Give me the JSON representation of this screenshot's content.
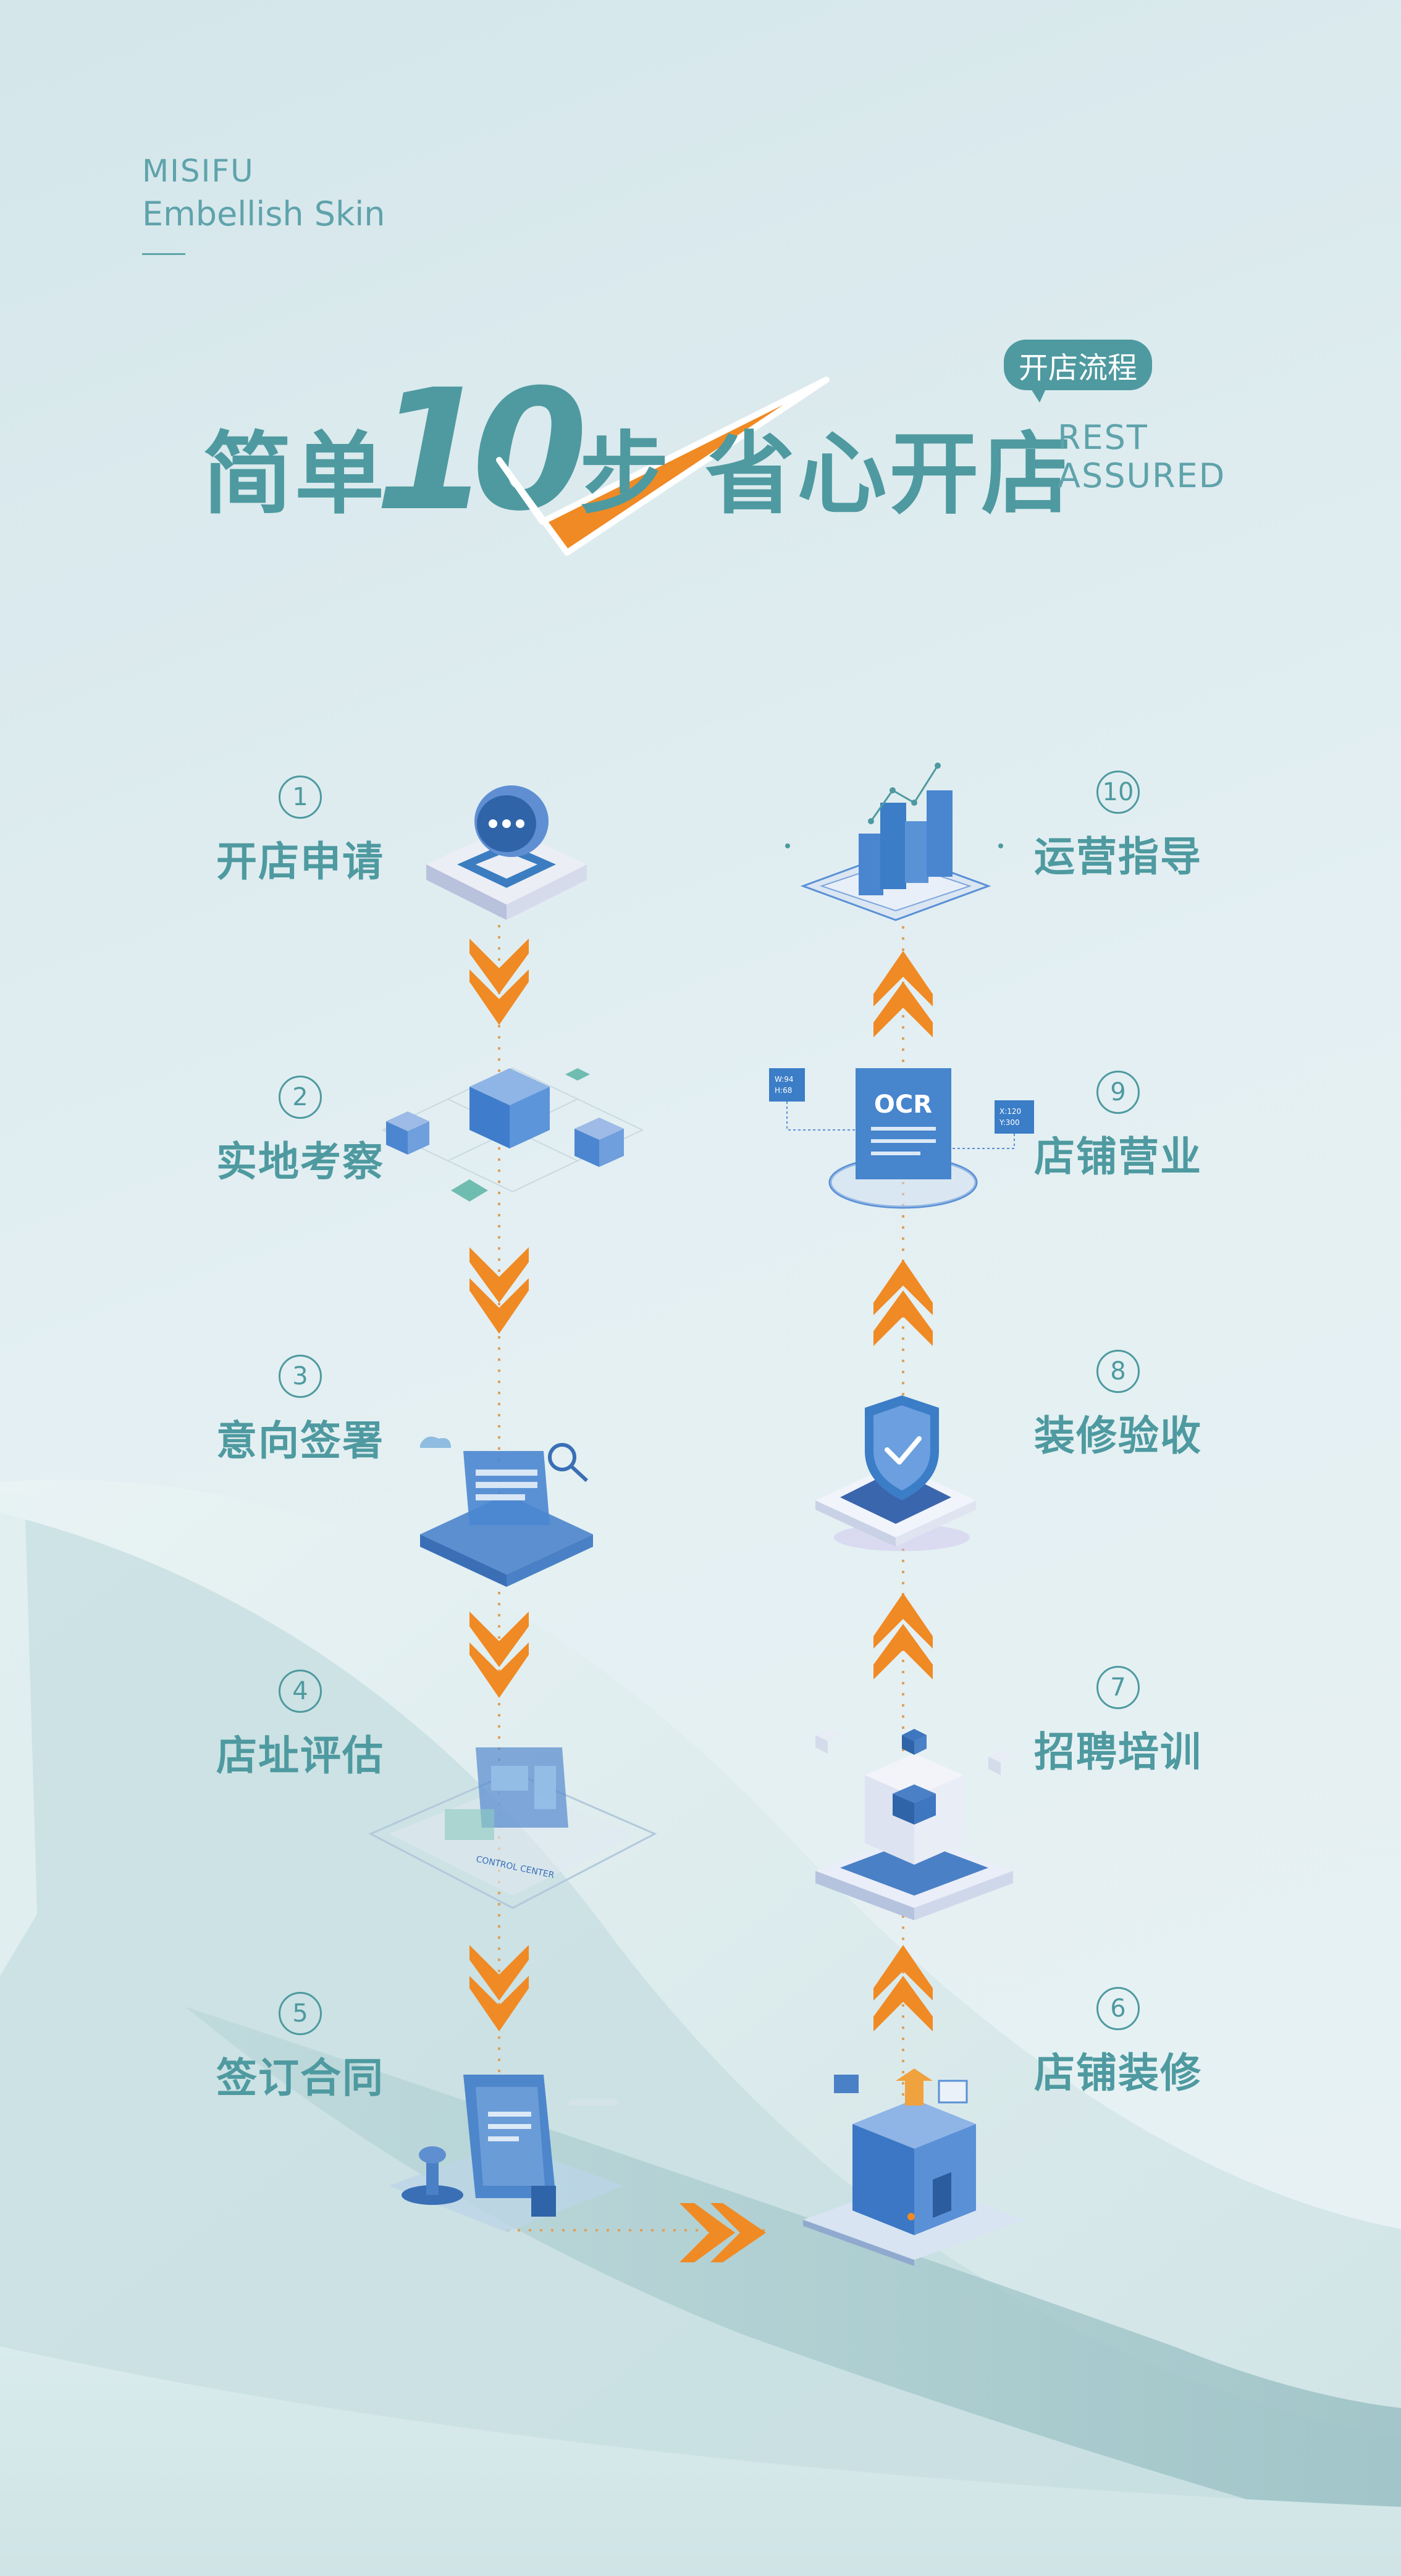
{
  "brand": {
    "line1": "MISIFU",
    "line2": "Embellish Skin"
  },
  "headline": {
    "part1": "简单",
    "number": "10",
    "part2": "步 省心开店",
    "tag": "开店流程",
    "sub1": "REST",
    "sub2": "ASSURED"
  },
  "steps": [
    {
      "num": "1",
      "label": "开店申请",
      "icon": "chat-icon"
    },
    {
      "num": "2",
      "label": "实地考察",
      "icon": "cubes-map-icon"
    },
    {
      "num": "3",
      "label": "意向签署",
      "icon": "document-search-icon"
    },
    {
      "num": "4",
      "label": "店址评估",
      "icon": "control-center-icon"
    },
    {
      "num": "5",
      "label": "签订合同",
      "icon": "stamp-contract-icon"
    },
    {
      "num": "6",
      "label": "店铺装修",
      "icon": "building-icon"
    },
    {
      "num": "7",
      "label": "招聘培训",
      "icon": "blocks-icon"
    },
    {
      "num": "8",
      "label": "装修验收",
      "icon": "shield-check-icon"
    },
    {
      "num": "9",
      "label": "店铺营业",
      "icon": "ocr-icon"
    },
    {
      "num": "10",
      "label": "运营指导",
      "icon": "bar-chart-icon"
    }
  ],
  "icon_text": {
    "ocr": "OCR",
    "control_center": "CONTROL CENTER",
    "coord_a1": "W:94",
    "coord_a2": "H:68",
    "coord_b1": "X:120",
    "coord_b2": "Y:300"
  },
  "colors": {
    "teal": "#4e9aa0",
    "orange": "#f08a24",
    "blue": "#3d7fc0",
    "light_teal": "#5fa3ab"
  }
}
